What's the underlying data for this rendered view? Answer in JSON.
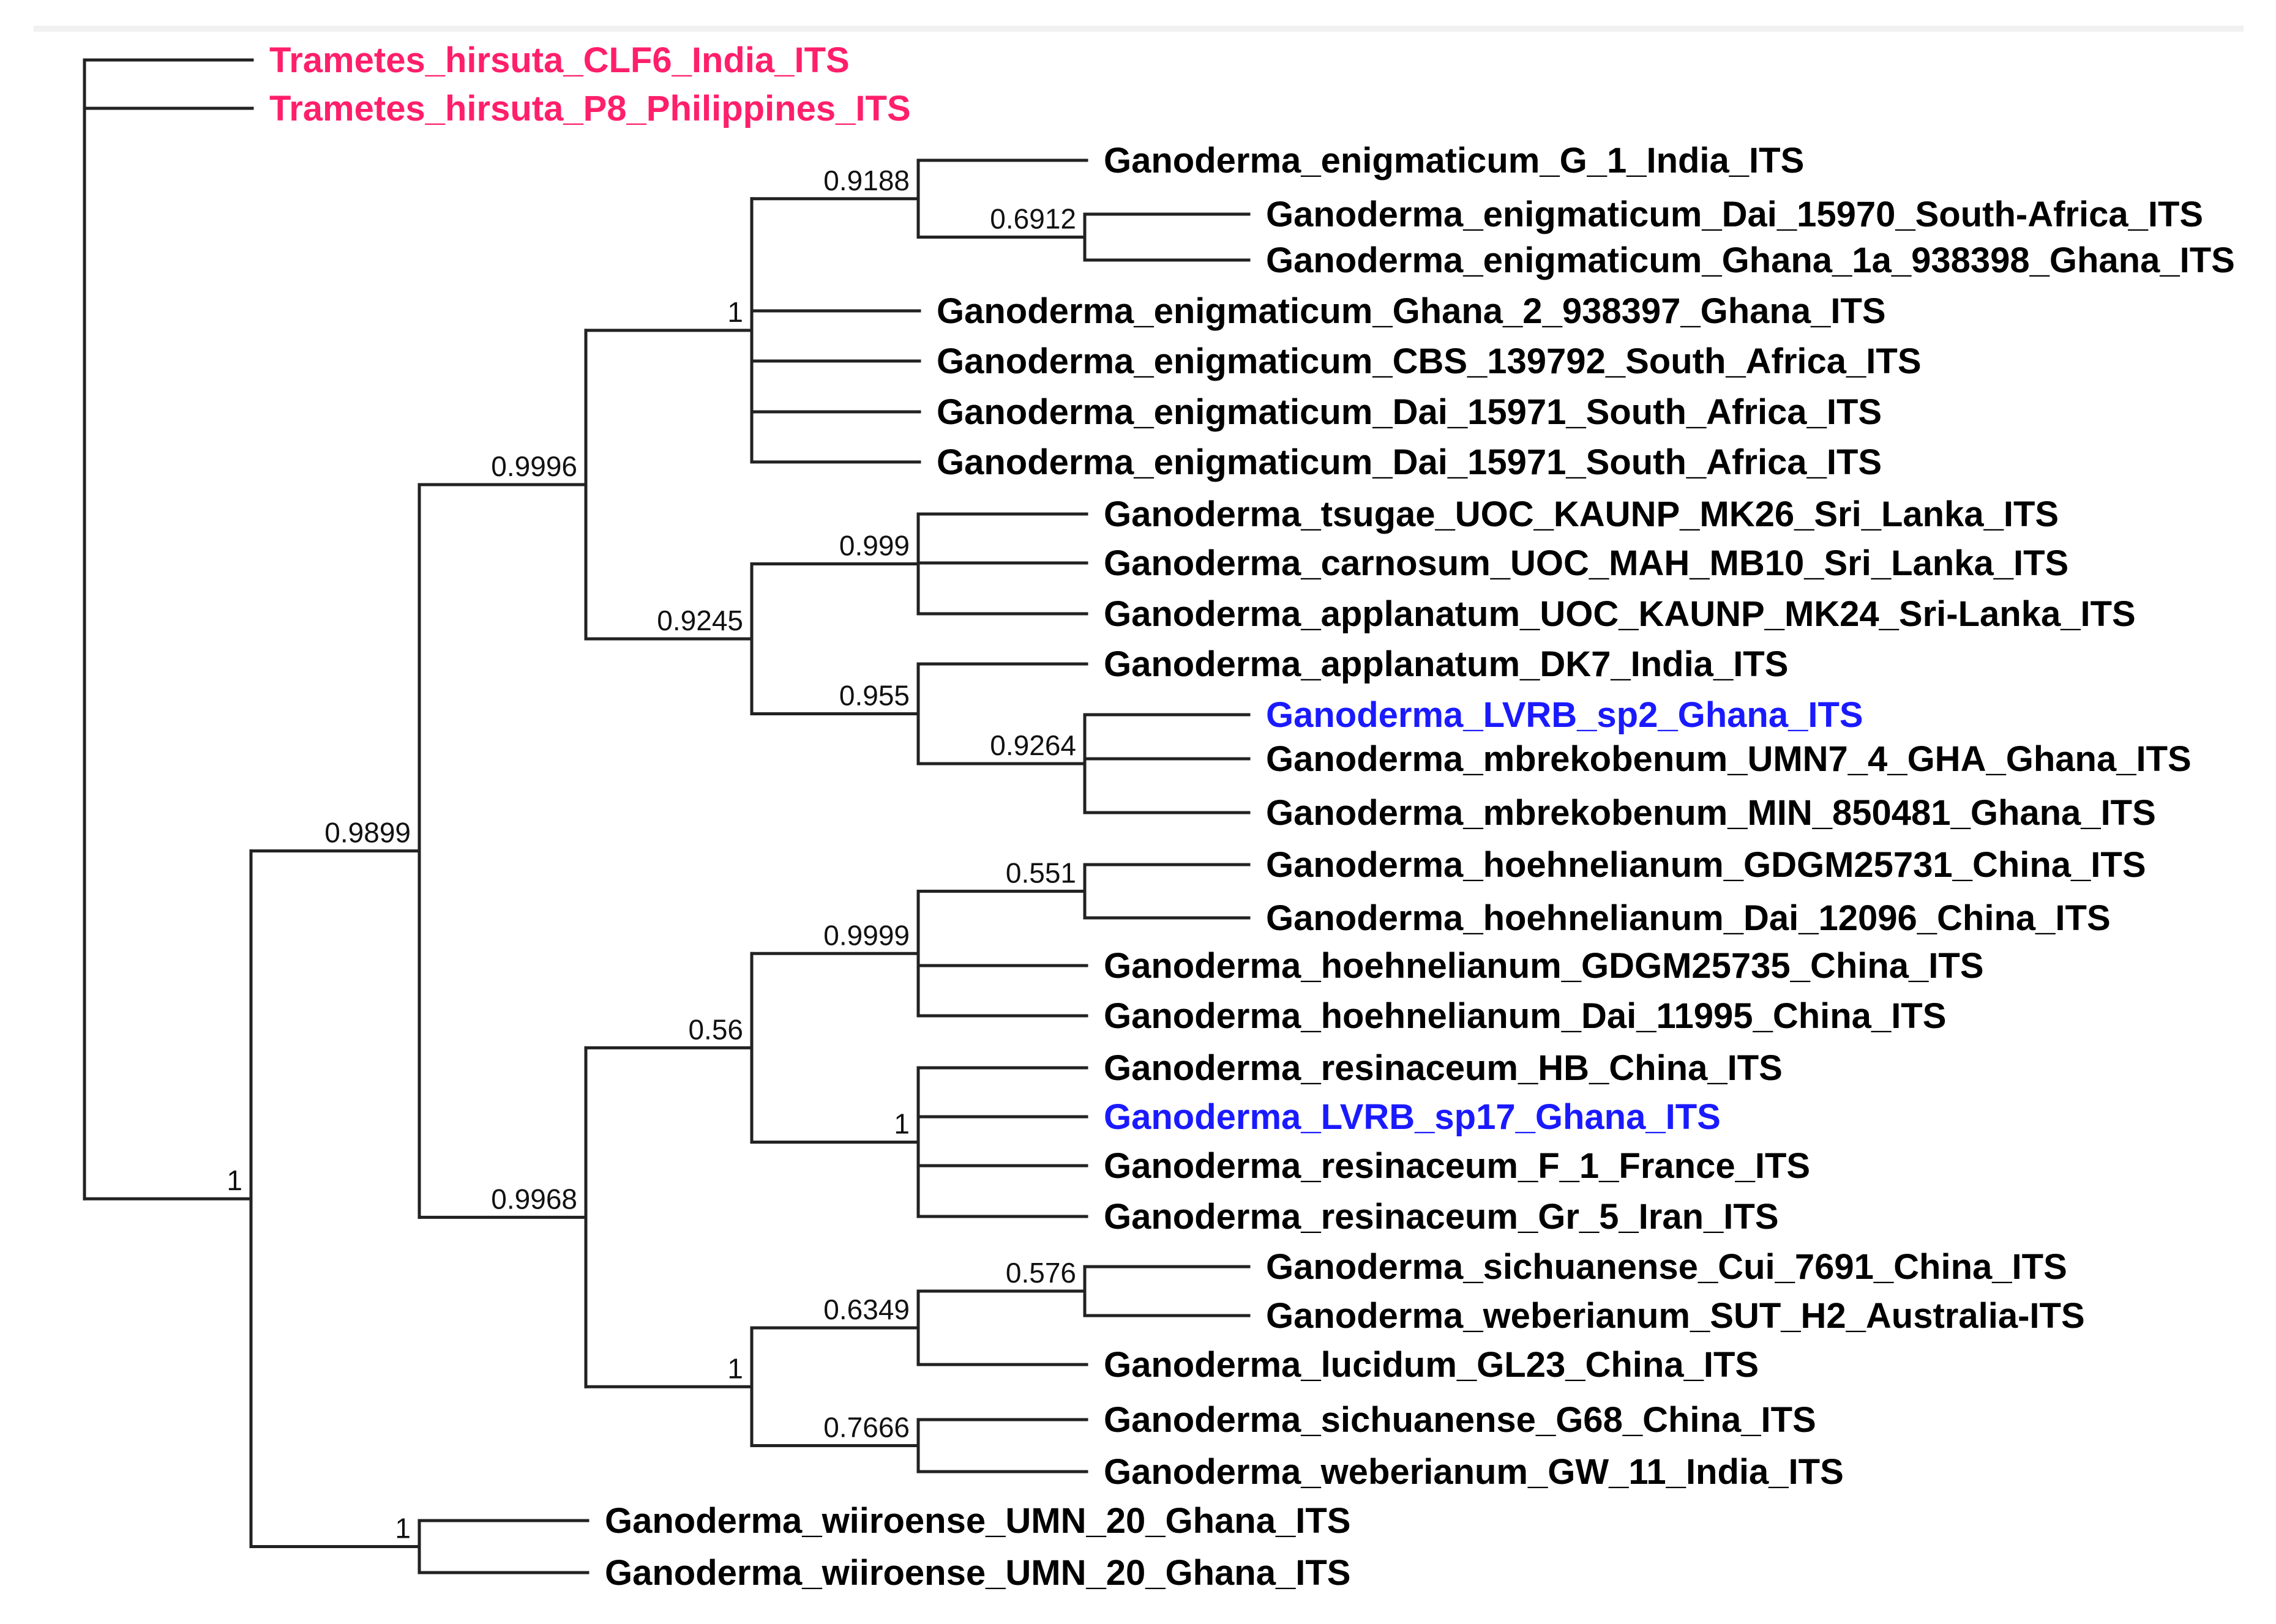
{
  "figure": {
    "tree": {
      "nodes": [
        {
          "id": "n_root",
          "children": [
            "l_trametes_clf6",
            "l_trametes_p8",
            "n_main"
          ]
        },
        {
          "id": "n_main",
          "support": "1",
          "children": [
            "n_0989",
            "n_wiir"
          ]
        },
        {
          "id": "n_0989",
          "support": "0.9899",
          "children": [
            "n_09996",
            "n_09968"
          ]
        },
        {
          "id": "n_09996",
          "support": "0.9996",
          "children": [
            "n_enig1",
            "n_09245"
          ]
        },
        {
          "id": "n_enig1",
          "support": "1",
          "children": [
            "n_09188",
            "l_enig_ghana2",
            "l_enig_cbs",
            "l_enig_dai15971a",
            "l_enig_dai15971b"
          ]
        },
        {
          "id": "n_09188",
          "support": "0.9188",
          "children": [
            "l_enig_g1",
            "n_06912"
          ]
        },
        {
          "id": "n_06912",
          "support": "0.6912",
          "children": [
            "l_enig_dai15970",
            "l_enig_ghana1a"
          ]
        },
        {
          "id": "n_09245",
          "support": "0.9245",
          "children": [
            "n_0999",
            "n_0955"
          ]
        },
        {
          "id": "n_0999",
          "support": "0.999",
          "children": [
            "l_tsugae",
            "l_carnosum",
            "l_appl_mk24"
          ]
        },
        {
          "id": "n_0955",
          "support": "0.955",
          "children": [
            "l_appl_dk7",
            "n_09264"
          ]
        },
        {
          "id": "n_09264",
          "support": "0.9264",
          "children": [
            "l_lvrb_sp2",
            "l_mbrek_umn7",
            "l_mbrek_min"
          ]
        },
        {
          "id": "n_09968",
          "support": "0.9968",
          "children": [
            "n_056",
            "n_one_b"
          ]
        },
        {
          "id": "n_056",
          "support": "0.56",
          "children": [
            "n_09999",
            "n_one_a"
          ]
        },
        {
          "id": "n_09999",
          "support": "0.9999",
          "children": [
            "n_0551",
            "l_hoeh_gdgm25735",
            "l_hoeh_dai11995"
          ]
        },
        {
          "id": "n_0551",
          "support": "0.551",
          "children": [
            "l_hoeh_gdgm25731",
            "l_hoeh_dai12096"
          ]
        },
        {
          "id": "n_one_a",
          "support": "1",
          "children": [
            "l_resin_hb",
            "l_lvrb_sp17",
            "l_resin_f1",
            "l_resin_gr5"
          ]
        },
        {
          "id": "n_one_b",
          "support": "1",
          "children": [
            "n_06349",
            "n_07666"
          ]
        },
        {
          "id": "n_06349",
          "support": "0.6349",
          "children": [
            "n_0576",
            "l_lucidum_gl23"
          ]
        },
        {
          "id": "n_0576",
          "support": "0.576",
          "children": [
            "l_sich_cui",
            "l_weber_sut"
          ]
        },
        {
          "id": "n_07666",
          "support": "0.7666",
          "children": [
            "l_sich_g68",
            "l_weber_gw11"
          ]
        },
        {
          "id": "n_wiir",
          "support": "1",
          "children": [
            "l_wiir_a",
            "l_wiir_b"
          ]
        }
      ],
      "leaves": [
        {
          "id": "l_trametes_clf6",
          "label": "Trametes_hirsuta_CLF6_India_ITS",
          "color": "#ff1f6b"
        },
        {
          "id": "l_trametes_p8",
          "label": "Trametes_hirsuta_P8_Philippines_ITS",
          "color": "#ff1f6b"
        },
        {
          "id": "l_enig_g1",
          "label": "Ganoderma_enigmaticum_G_1_India_ITS",
          "color": "#000000"
        },
        {
          "id": "l_enig_dai15970",
          "label": "Ganoderma_enigmaticum_Dai_15970_South-Africa_ITS",
          "color": "#000000"
        },
        {
          "id": "l_enig_ghana1a",
          "label": "Ganoderma_enigmaticum_Ghana_1a_938398_Ghana_ITS",
          "color": "#000000"
        },
        {
          "id": "l_enig_ghana2",
          "label": "Ganoderma_enigmaticum_Ghana_2_938397_Ghana_ITS",
          "color": "#000000"
        },
        {
          "id": "l_enig_cbs",
          "label": "Ganoderma_enigmaticum_CBS_139792_South_Africa_ITS",
          "color": "#000000"
        },
        {
          "id": "l_enig_dai15971a",
          "label": "Ganoderma_enigmaticum_Dai_15971_South_Africa_ITS",
          "color": "#000000"
        },
        {
          "id": "l_enig_dai15971b",
          "label": "Ganoderma_enigmaticum_Dai_15971_South_Africa_ITS",
          "color": "#000000"
        },
        {
          "id": "l_tsugae",
          "label": "Ganoderma_tsugae_UOC_KAUNP_MK26_Sri_Lanka_ITS",
          "color": "#000000"
        },
        {
          "id": "l_carnosum",
          "label": "Ganoderma_carnosum_UOC_MAH_MB10_Sri_Lanka_ITS",
          "color": "#000000"
        },
        {
          "id": "l_appl_mk24",
          "label": "Ganoderma_applanatum_UOC_KAUNP_MK24_Sri-Lanka_ITS",
          "color": "#000000"
        },
        {
          "id": "l_appl_dk7",
          "label": "Ganoderma_applanatum_DK7_India_ITS",
          "color": "#000000"
        },
        {
          "id": "l_lvrb_sp2",
          "label": "Ganoderma_LVRB_sp2_Ghana_ITS",
          "color": "#1a1aff"
        },
        {
          "id": "l_mbrek_umn7",
          "label": "Ganoderma_mbrekobenum_UMN7_4_GHA_Ghana_ITS",
          "color": "#000000"
        },
        {
          "id": "l_mbrek_min",
          "label": "Ganoderma_mbrekobenum_MIN_850481_Ghana_ITS",
          "color": "#000000"
        },
        {
          "id": "l_hoeh_gdgm25731",
          "label": "Ganoderma_hoehnelianum_GDGM25731_China_ITS",
          "color": "#000000"
        },
        {
          "id": "l_hoeh_dai12096",
          "label": "Ganoderma_hoehnelianum_Dai_12096_China_ITS",
          "color": "#000000"
        },
        {
          "id": "l_hoeh_gdgm25735",
          "label": "Ganoderma_hoehnelianum_GDGM25735_China_ITS",
          "color": "#000000"
        },
        {
          "id": "l_hoeh_dai11995",
          "label": "Ganoderma_hoehnelianum_Dai_11995_China_ITS",
          "color": "#000000"
        },
        {
          "id": "l_resin_hb",
          "label": "Ganoderma_resinaceum_HB_China_ITS",
          "color": "#000000"
        },
        {
          "id": "l_lvrb_sp17",
          "label": "Ganoderma_LVRB_sp17_Ghana_ITS",
          "color": "#1a1aff"
        },
        {
          "id": "l_resin_f1",
          "label": "Ganoderma_resinaceum_F_1_France_ITS",
          "color": "#000000"
        },
        {
          "id": "l_resin_gr5",
          "label": "Ganoderma_resinaceum_Gr_5_Iran_ITS",
          "color": "#000000"
        },
        {
          "id": "l_sich_cui",
          "label": "Ganoderma_sichuanense_Cui_7691_China_ITS",
          "color": "#000000"
        },
        {
          "id": "l_weber_sut",
          "label": "Ganoderma_weberianum_SUT_H2_Australia-ITS",
          "color": "#000000"
        },
        {
          "id": "l_lucidum_gl23",
          "label": "Ganoderma_lucidum_GL23_China_ITS",
          "color": "#000000"
        },
        {
          "id": "l_sich_g68",
          "label": "Ganoderma_sichuanense_G68_China_ITS",
          "color": "#000000"
        },
        {
          "id": "l_weber_gw11",
          "label": "Ganoderma_weberianum_GW_11_India_ITS",
          "color": "#000000"
        },
        {
          "id": "l_wiir_a",
          "label": "Ganoderma_wiiroense_UMN_20_Ghana_ITS",
          "color": "#000000"
        },
        {
          "id": "l_wiir_b",
          "label": "Ganoderma_wiiroense_UMN_20_Ghana_ITS",
          "color": "#000000"
        }
      ]
    },
    "colors": {
      "outgroup": "#ff1f6b",
      "new_isolate": "#1a1aff",
      "default": "#000000"
    }
  }
}
